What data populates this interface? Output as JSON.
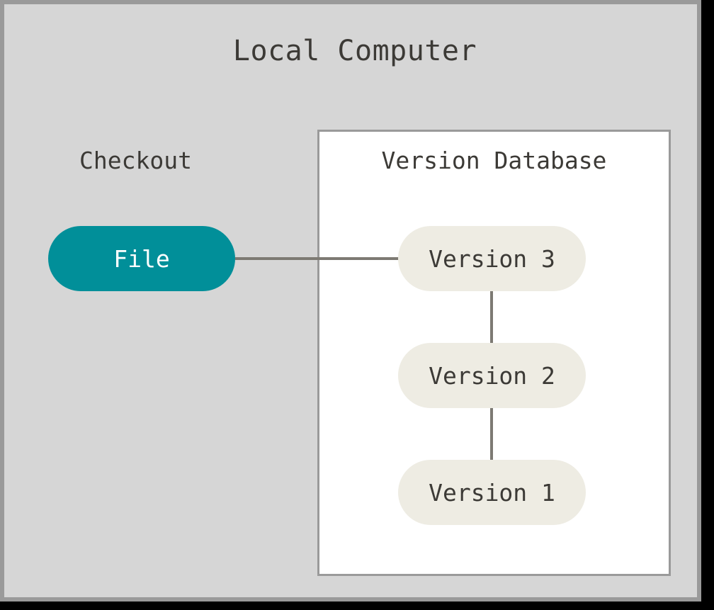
{
  "diagram": {
    "title": "Local Computer",
    "checkout_label": "Checkout",
    "database_title": "Version Database",
    "file_node": {
      "label": "File",
      "fill": "#018f99",
      "text_color": "#ffffff"
    },
    "version_nodes": [
      {
        "label": "Version 3",
        "fill": "#eeece3",
        "text_color": "#3c3a36"
      },
      {
        "label": "Version 2",
        "fill": "#eeece3",
        "text_color": "#3c3a36"
      },
      {
        "label": "Version 1",
        "fill": "#eeece3",
        "text_color": "#3c3a36"
      }
    ],
    "colors": {
      "canvas_background": "#d6d6d6",
      "canvas_border": "#9a9a9a",
      "panel_background": "#ffffff",
      "panel_border": "#9a9a9a",
      "edge_stroke": "#7d7a73",
      "text": "#3c3a36",
      "frame_shadow": "#000000"
    },
    "edges": [
      {
        "from": "File",
        "to": "Version 3",
        "orientation": "horizontal"
      },
      {
        "from": "Version 3",
        "to": "Version 2",
        "orientation": "vertical"
      },
      {
        "from": "Version 2",
        "to": "Version 1",
        "orientation": "vertical"
      }
    ]
  }
}
